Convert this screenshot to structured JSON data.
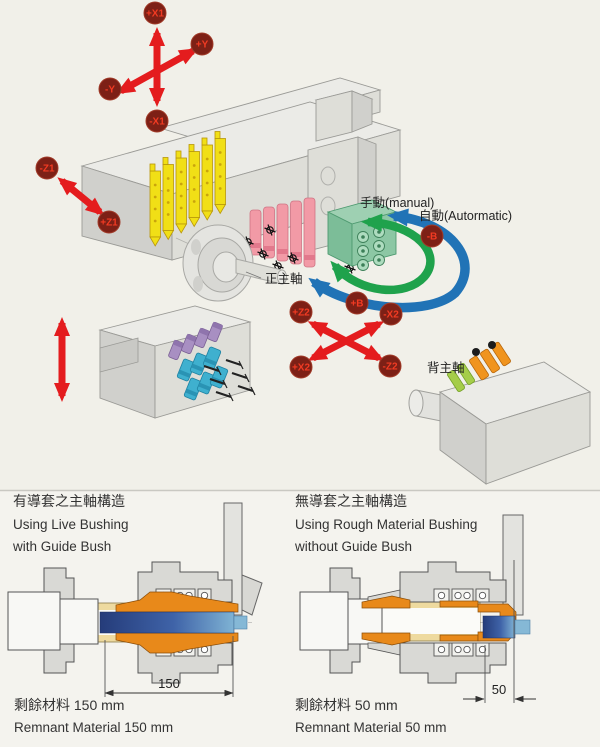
{
  "badges": {
    "x1_pos": "+X1",
    "y_pos": "+Y",
    "y_neg": "-Y",
    "x1_neg": "-X1",
    "z1_neg": "-Z1",
    "z1_pos": "+Z1",
    "b_neg": "-B",
    "b_pos": "+B",
    "z2_pos": "+Z2",
    "x2_neg": "-X2",
    "x2_pos": "+X2",
    "z2_neg": "-Z2"
  },
  "machine_labels": {
    "manual": "手動(manual)",
    "automatic": "自動(Autormatic)",
    "main_spindle": "正主軸",
    "back_spindle": "背主軸"
  },
  "sections": {
    "with_guide_bush": {
      "title_zh": "有導套之主軸構造",
      "title_en_line1": "Using Live Bushing",
      "title_en_line2": "with Guide Bush",
      "dimension_mm": "150",
      "remnant_zh": "剩餘材料 150 mm",
      "remnant_en": "Remnant Material 150 mm"
    },
    "without_guide_bush": {
      "title_zh": "無導套之主軸構造",
      "title_en_line1": "Using Rough Material Bushing",
      "title_en_line2": "without Guide Bush",
      "dimension_mm": "50",
      "remnant_zh": "剩餘材料 50 mm",
      "remnant_en": "Remnant Material 50 mm"
    }
  },
  "colors": {
    "background": "#f3f2ec",
    "arrow_red": "#e41c1e",
    "arrow_green": "#1fa24c",
    "arrow_blue": "#2173b6",
    "badge_bg": "#7d2016",
    "badge_text": "#f23b23",
    "tool_yellow": "#f1df16",
    "tool_pink": "#f29aa6",
    "tool_green": "#8cc7a4",
    "tool_purple": "#a88fc2",
    "tool_cyan": "#3fb0cf",
    "tool_orange": "#f0941e",
    "tool_lime": "#a5cd49",
    "bushing_orange": "#e8891a",
    "sleeve_tan": "#eeda9f",
    "bar_blue_dark": "#253c7a",
    "bar_blue_light": "#7fb3d4",
    "machine_gray": "#deded8"
  }
}
